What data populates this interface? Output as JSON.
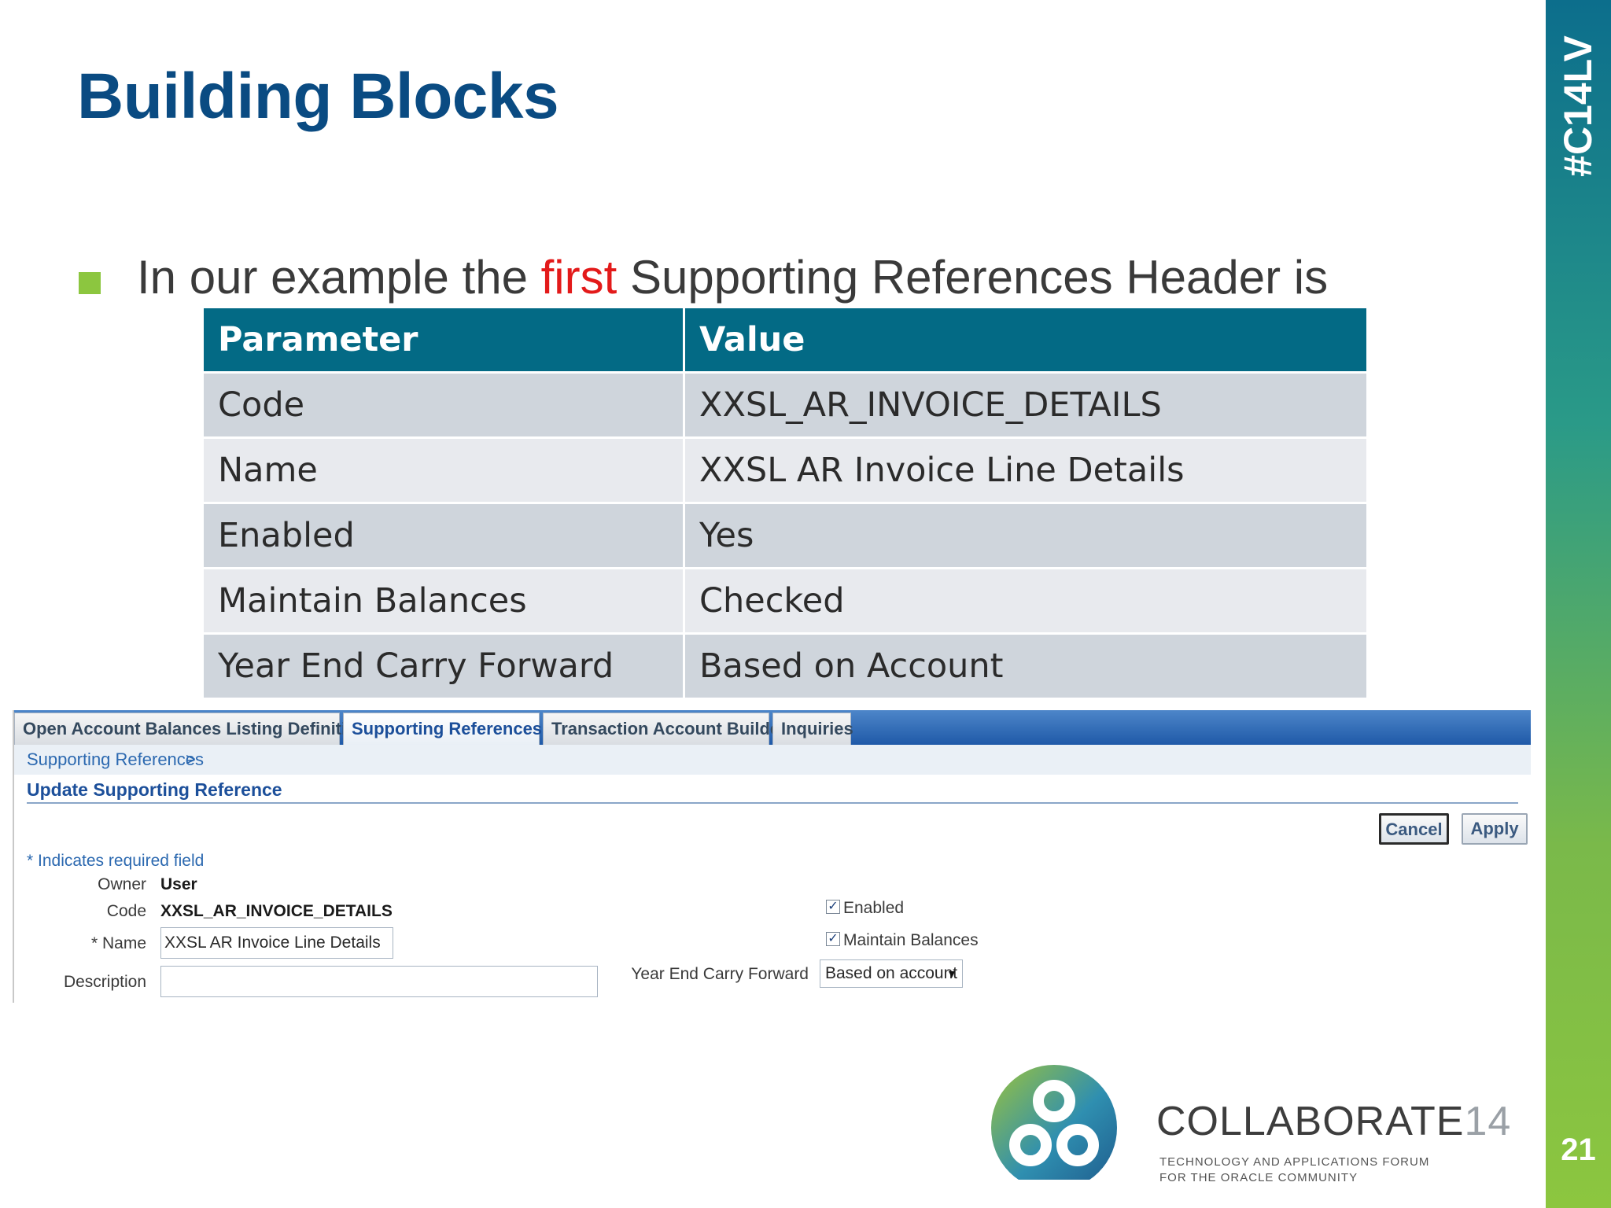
{
  "slide": {
    "title": "Building Blocks",
    "hashtag": "#C14LV",
    "page_number": "21"
  },
  "bullet": {
    "before": "In our example the ",
    "highlight": "first",
    "after": " Supporting References Header is"
  },
  "table": {
    "headers": [
      "Parameter",
      "Value"
    ],
    "rows": [
      {
        "parameter": "Code",
        "value": "XXSL_AR_INVOICE_DETAILS"
      },
      {
        "parameter": "Name",
        "value": "XXSL AR Invoice Line Details"
      },
      {
        "parameter": "Enabled",
        "value": "Yes"
      },
      {
        "parameter": "Maintain Balances",
        "value": "Checked"
      },
      {
        "parameter": "Year End Carry Forward",
        "value": "Based on Account"
      }
    ]
  },
  "ebs": {
    "tabs": [
      {
        "label": "Open Account Balances Listing Definitions",
        "active": false
      },
      {
        "label": "Supporting References",
        "active": true
      },
      {
        "label": "Transaction Account Builder",
        "active": false
      },
      {
        "label": "Inquiries",
        "active": false
      }
    ],
    "breadcrumb": {
      "link": "Supporting References",
      "separator": ">"
    },
    "page_heading": "Update Supporting Reference",
    "buttons": {
      "cancel": "Cancel",
      "apply": "Apply"
    },
    "required_note": "* Indicates required field",
    "form": {
      "owner_label": "Owner",
      "owner_value": "User",
      "code_label": "Code",
      "code_value": "XXSL_AR_INVOICE_DETAILS",
      "name_label": "* Name",
      "name_value": "XXSL AR Invoice Line Details",
      "description_label": "Description",
      "description_value": "",
      "enabled_label": "Enabled",
      "enabled_checked": true,
      "maintain_label": "Maintain Balances",
      "maintain_checked": true,
      "carry_label": "Year End Carry Forward",
      "carry_value": "Based on account"
    }
  },
  "logo": {
    "name": "COLLABORATE",
    "year": "14",
    "tagline_1": "TECHNOLOGY AND APPLICATIONS FORUM",
    "tagline_2": "FOR THE ORACLE COMMUNITY"
  },
  "colors": {
    "title": "#0a4b82",
    "table_header": "#036a85",
    "bullet": "#8cc63f",
    "highlight": "#e31a1a"
  }
}
